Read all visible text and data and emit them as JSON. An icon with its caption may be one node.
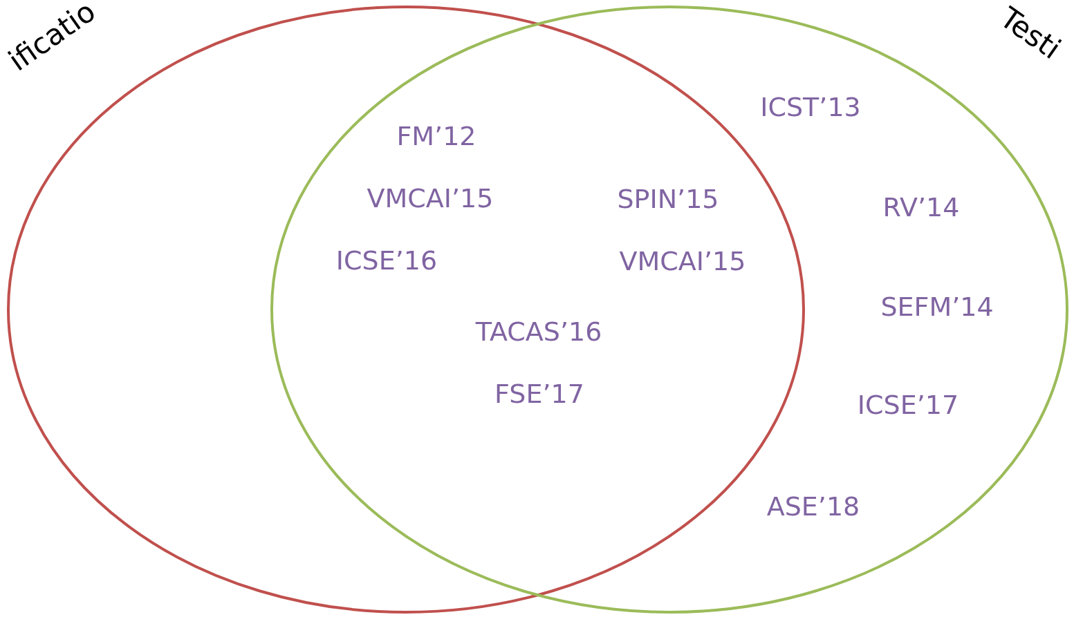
{
  "diagram": {
    "nodes": [
      {
        "text": [
          "ificatio"
        ]
      },
      {
        "text": [
          "Testi"
        ]
      }
    ],
    "labels": [
      "ICST’13",
      "FM’12",
      "VMCAI’15",
      "SPIN’15",
      "RV’14",
      "ICSE’16",
      "VMCAI’15",
      "SEFM’14",
      "TACAS’16",
      "FSE’17",
      "ICSE’17",
      "ASE’18"
    ]
  }
}
